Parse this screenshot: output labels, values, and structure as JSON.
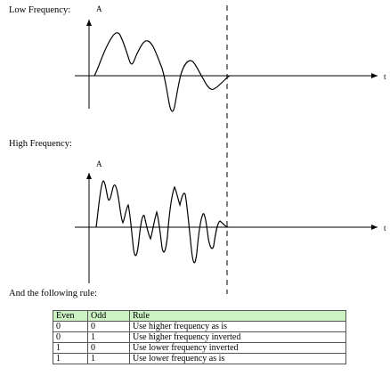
{
  "labels": {
    "low": "Low Frequency:",
    "high": "High Frequency:",
    "rule": "And the following rule:"
  },
  "axes": {
    "amplitude": "A",
    "time": "t"
  },
  "table": {
    "headers": [
      "Even",
      "Odd",
      "Rule"
    ],
    "rows": [
      [
        "0",
        "0",
        "Use higher frequency as is"
      ],
      [
        "0",
        "1",
        "Use higher frequency inverted"
      ],
      [
        "1",
        "0",
        "Use lower frequency inverted"
      ],
      [
        "1",
        "1",
        "Use lower frequency as is"
      ]
    ],
    "header_bg": "#ccf2c4"
  }
}
